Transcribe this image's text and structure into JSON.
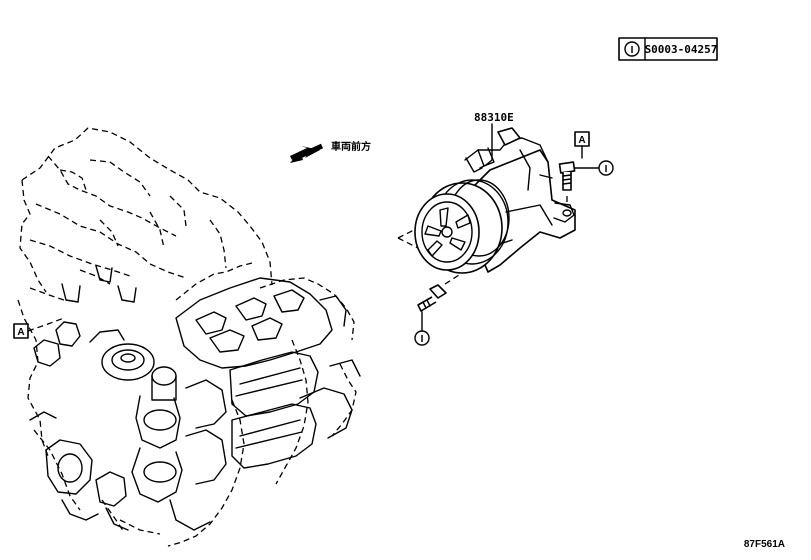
{
  "reference_box": {
    "symbol": "I",
    "code": "S0003-04257"
  },
  "part_label": "88310E",
  "direction_label": "車両前方",
  "callout_a": "A",
  "fastener_symbol": "I",
  "figure_code": "87F561A"
}
